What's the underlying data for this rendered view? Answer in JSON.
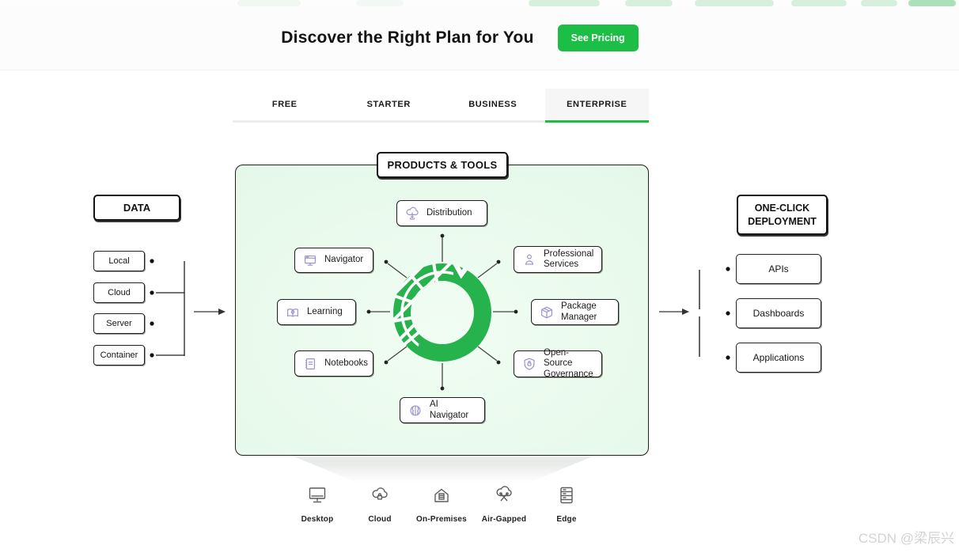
{
  "header": {
    "title": "Discover the Right Plan for You",
    "cta_label": "See Pricing"
  },
  "tabs": [
    {
      "label": "FREE",
      "active": false
    },
    {
      "label": "STARTER",
      "active": false
    },
    {
      "label": "BUSINESS",
      "active": false
    },
    {
      "label": "ENTERPRISE",
      "active": true
    }
  ],
  "diagram": {
    "products_title": "PRODUCTS & TOOLS",
    "data_panel": {
      "title": "DATA",
      "items": [
        {
          "label": "Local"
        },
        {
          "label": "Cloud"
        },
        {
          "label": "Server"
        },
        {
          "label": "Container"
        }
      ]
    },
    "deployment_panel": {
      "title": "ONE-CLICK DEPLOYMENT",
      "items": [
        {
          "label": "APIs"
        },
        {
          "label": "Dashboards"
        },
        {
          "label": "Applications"
        }
      ]
    },
    "products": [
      {
        "label": "Distribution",
        "icon": "cloud-download-icon"
      },
      {
        "label": "Navigator",
        "icon": "monitor-icon"
      },
      {
        "label": "Professional Services",
        "icon": "person-icon"
      },
      {
        "label": "Learning",
        "icon": "book-bulb-icon"
      },
      {
        "label": "Package Manager",
        "icon": "package-icon"
      },
      {
        "label": "Notebooks",
        "icon": "notebook-icon"
      },
      {
        "label": "Open-Source Governance",
        "icon": "shield-lock-icon"
      },
      {
        "label": "AI Navigator",
        "icon": "brain-icon"
      }
    ],
    "platforms": [
      {
        "label": "Desktop",
        "icon": "desktop-icon"
      },
      {
        "label": "Cloud",
        "icon": "cloud-lock-icon"
      },
      {
        "label": "On-Premises",
        "icon": "building-icon"
      },
      {
        "label": "Air-Gapped",
        "icon": "air-gapped-cloud-icon"
      },
      {
        "label": "Edge",
        "icon": "server-stack-icon"
      }
    ]
  },
  "watermark": "CSDN @梁辰兴",
  "colors": {
    "accent_green": "#1dbe45",
    "logo_green": "#26b24d",
    "panel_green_light": "#e7f9ea",
    "icon_lavender": "#9a93cf"
  }
}
